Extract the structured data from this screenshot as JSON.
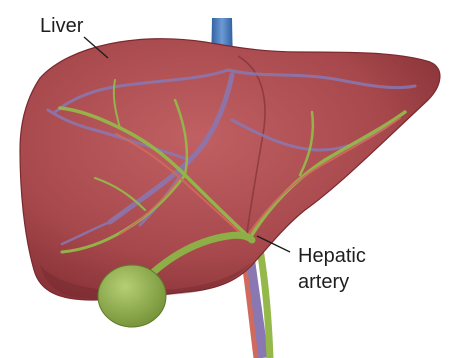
{
  "labels": {
    "liver": "Liver",
    "hepatic_artery_line1": "Hepatic",
    "hepatic_artery_line2": "artery"
  },
  "colors": {
    "liver": "#a7484c",
    "liver_shadow": "#7e2c31",
    "bile_duct": "#95b84a",
    "artery": "#d06a5e",
    "vein": "#8a78b3",
    "inferior_vena_cava": "#3e73b5",
    "gallbladder": "#8eae48",
    "label_text": "#1e1e1e"
  }
}
